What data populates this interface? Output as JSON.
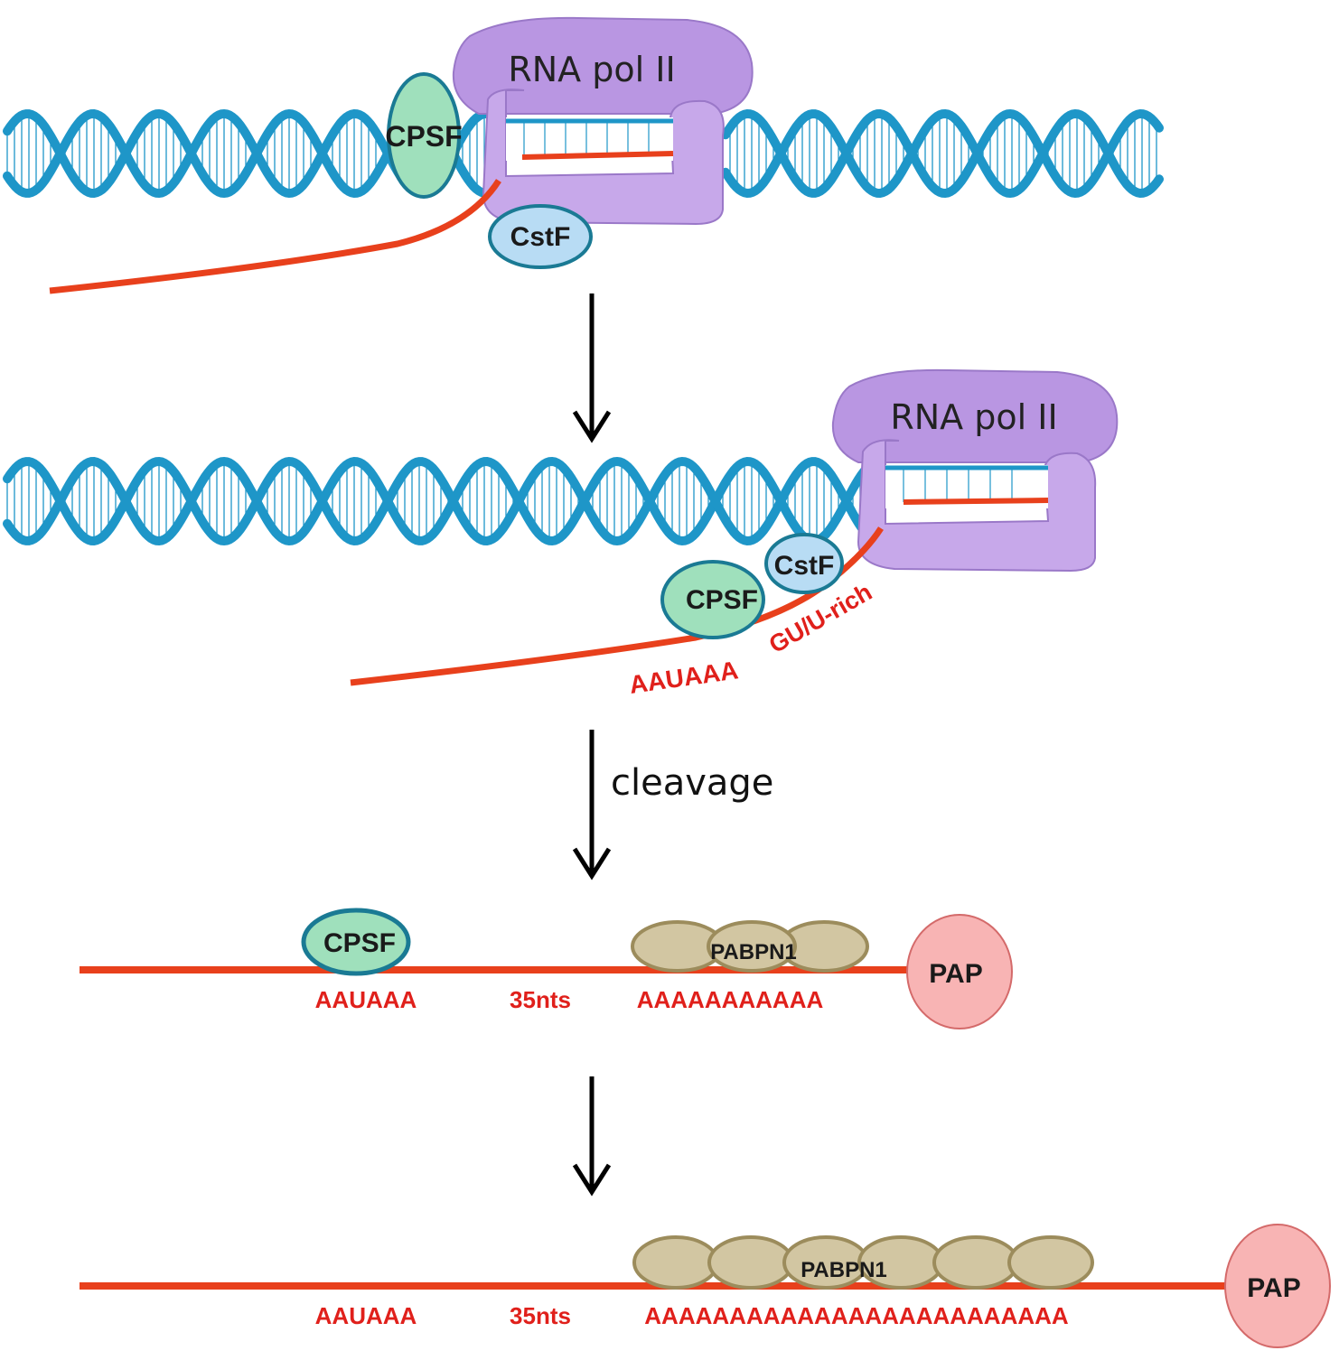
{
  "colors": {
    "dna": "#1e96c8",
    "rna": "#e8401c",
    "polymerase": "#b996e2",
    "polymerase_stroke": "#9a78c8",
    "cpsf_fill": "#9fe0bc",
    "cpsf_stroke": "#1a7a94",
    "cstf_fill": "#b8dcf4",
    "cstf_stroke": "#1a7a94",
    "pabpn1_fill": "#d2c6a2",
    "pabpn1_stroke": "#9c8c5c",
    "pap_fill": "#f8b4b4",
    "pap_stroke": "#d46a6a",
    "label_red": "#e0201b"
  },
  "stage1": {
    "polymerase_label": "RNA pol II",
    "cpsf_label": "CPSF",
    "cstf_label": "CstF"
  },
  "stage2": {
    "polymerase_label": "RNA pol II",
    "cpsf_label": "CPSF",
    "cstf_label": "CstF",
    "signal_label": "AAUAAA",
    "downstream_label": "GU/U-rich"
  },
  "arrows": {
    "step2_label": "cleavage"
  },
  "stage3": {
    "cpsf_label": "CPSF",
    "pabpn1_label": "PABPN1",
    "pap_label": "PAP",
    "signal_label": "AAUAAA",
    "spacer_label": "35nts",
    "tail_label": "AAAAAAAAAAA"
  },
  "stage4": {
    "pabpn1_label": "PABPN1",
    "pap_label": "PAP",
    "signal_label": "AAUAAA",
    "spacer_label": "35nts",
    "tail_label": "AAAAAAAAAAAAAAAAAAAAAAAAA"
  }
}
